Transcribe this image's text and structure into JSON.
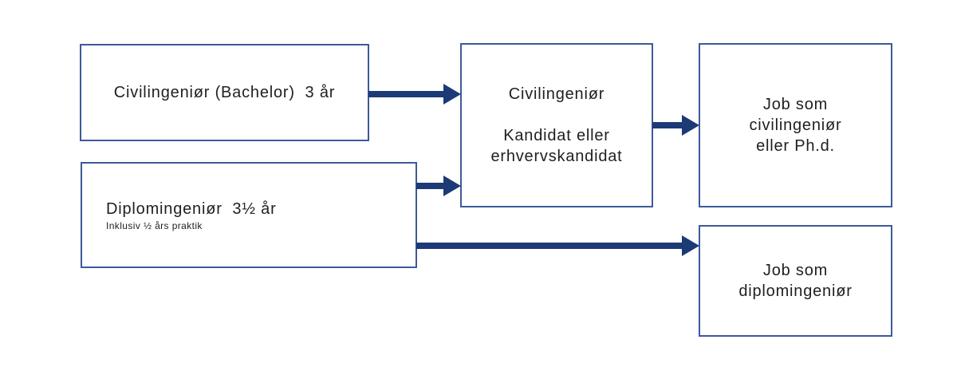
{
  "diagram": {
    "type": "flowchart",
    "colors": {
      "background": "#ffffff",
      "box_border": "#3d5a99",
      "arrow": "#1b3a76",
      "text": "#1f1f1f"
    },
    "nodes": [
      {
        "id": "civilingenioer-bachelor",
        "lines": [
          "Civilingeniør (Bachelor)  3 år"
        ]
      },
      {
        "id": "diplomingenioer",
        "title": "Diplomingeniør  3½ år",
        "subtitle": "Inklusiv ½ års praktik"
      },
      {
        "id": "kandidat",
        "lines": [
          "Civilingeniør",
          "",
          "Kandidat eller",
          "erhvervskandidat"
        ]
      },
      {
        "id": "job-civilingenioer",
        "lines": [
          "Job som",
          "civilingeniør",
          "eller Ph.d."
        ]
      },
      {
        "id": "job-diplomingenioer",
        "lines": [
          "Job som",
          "diplomingeniør"
        ]
      }
    ],
    "edges": [
      {
        "from": "civilingenioer-bachelor",
        "to": "kandidat"
      },
      {
        "from": "diplomingenioer",
        "to": "kandidat"
      },
      {
        "from": "kandidat",
        "to": "job-civilingenioer"
      },
      {
        "from": "diplomingenioer",
        "to": "job-diplomingenioer"
      }
    ]
  }
}
